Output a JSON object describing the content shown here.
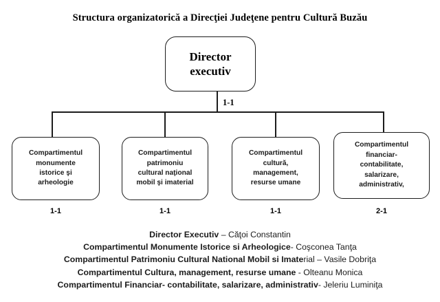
{
  "title": "Structura organizatorică a Direcţiei Judeţene pentru Cultură Buzău",
  "colors": {
    "background": "#ffffff",
    "line": "#1b1b1b",
    "text": "#1b1b1b",
    "title_text": "#000000"
  },
  "chart_data": {
    "type": "diagram",
    "diagram_type": "organizational-chart",
    "title": "Structura organizatorică a Direcţiei Judeţene pentru Cultură Buzău",
    "root": {
      "id": "director",
      "label": "Director executiv",
      "cardinality": "1-1"
    },
    "children": [
      {
        "id": "dept-1",
        "label": "Compartimentul monumente istorice şi arheologie",
        "cardinality": "1-1"
      },
      {
        "id": "dept-2",
        "label": "Compartimentul patrimoniu cultural naţional mobil şi imaterial",
        "cardinality": "1-1"
      },
      {
        "id": "dept-3",
        "label": "Compartimentul cultură, management, resurse umane",
        "cardinality": "1-1"
      },
      {
        "id": "dept-4",
        "label": "Compartimentul financiar-contabilitate, salarizare, administrativ,",
        "cardinality": "2-1"
      }
    ]
  },
  "nodes": {
    "director": {
      "line1": "Director",
      "line2": "executiv",
      "cardinality": "1-1"
    },
    "dept1": {
      "line1": "Compartimentul",
      "line2": "monumente",
      "line3": "istorice şi",
      "line4": "arheologie",
      "cardinality": "1-1"
    },
    "dept2": {
      "line1": "Compartimentul",
      "line2": "patrimoniu",
      "line3": "cultural naţional",
      "line4": "mobil şi imaterial",
      "cardinality": "1-1"
    },
    "dept3": {
      "line1": "Compartimentul",
      "line2": "cultură,",
      "line3": "management,",
      "line4": "resurse umane",
      "cardinality": "1-1"
    },
    "dept4": {
      "line1": "Compartimentul",
      "line2": "financiar-",
      "line3": "contabilitate,",
      "line4": "salarizare,",
      "line5": "administrativ,",
      "cardinality": "2-1"
    }
  },
  "legend": {
    "lines": [
      {
        "role": "Director Executiv",
        "person": " – Căţoi Constantin"
      },
      {
        "role": "Compartimentul Monumente Istorice si Arheologice",
        "person": "- Coşconea Tanţa"
      },
      {
        "role": "Compartimentul Patrimoniu Cultural National Mobil si Imate",
        "person": "rial – Vasile Dobriţa"
      },
      {
        "role": "Compartimentul  Cultura, management, resurse umane",
        "person": " - Olteanu Monica"
      },
      {
        "role": "Compartimentul Financiar- contabilitate, salarizare, administrativ",
        "person": "- Jeleriu Luminiţa"
      }
    ]
  }
}
